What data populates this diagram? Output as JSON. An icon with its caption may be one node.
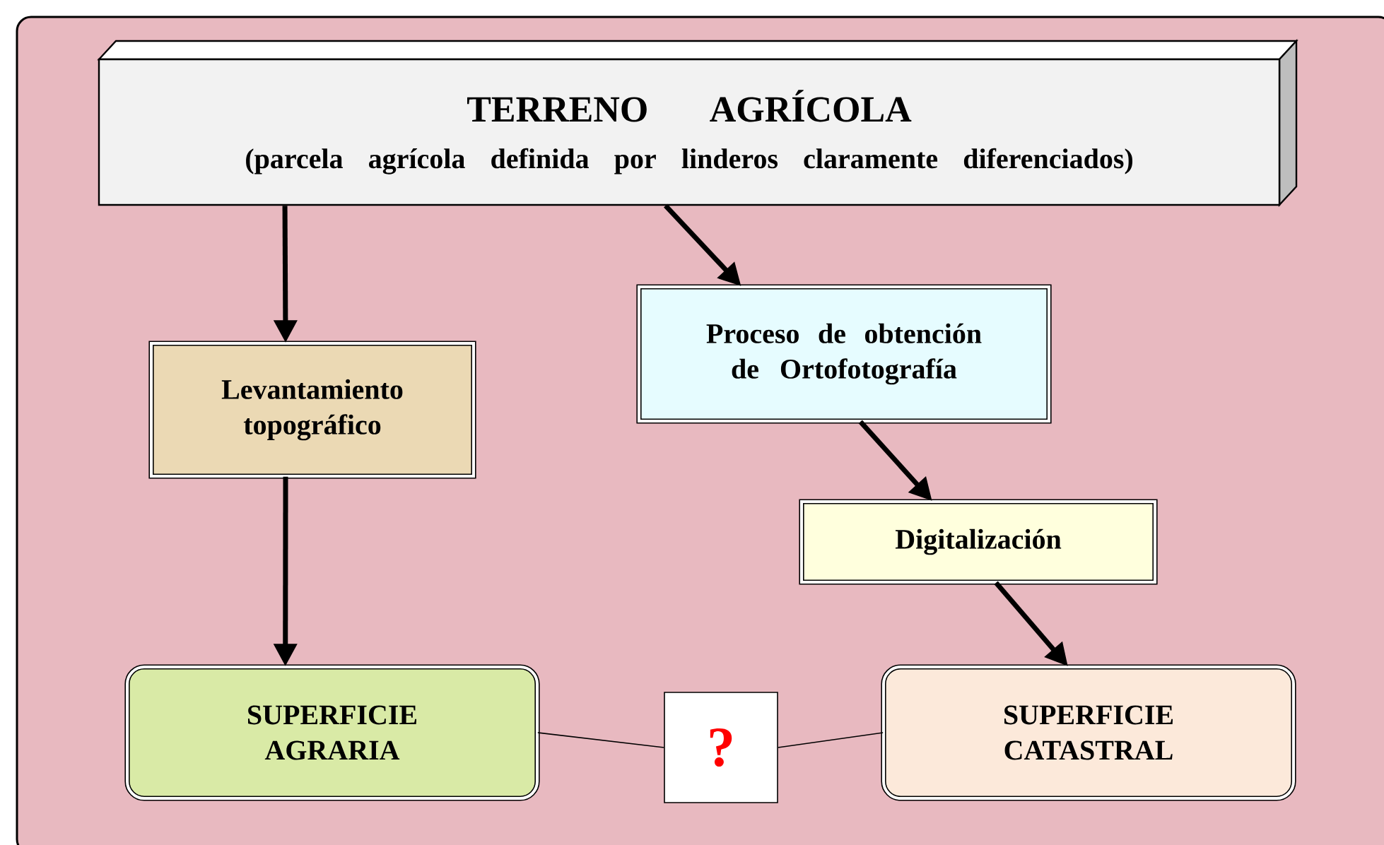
{
  "diagram": {
    "nodes": [
      {
        "text": [
          "TERRENO AGRÍCOLA",
          "(parcela agrícola definida por linderos claramente diferenciados)"
        ]
      },
      {
        "text": [
          "Levantamiento topográfico"
        ]
      },
      {
        "text": [
          "Proceso de obtención de Ortofotografía"
        ]
      },
      {
        "text": [
          "Digitalización"
        ]
      },
      {
        "text": [
          "SUPERFICIE AGRARIA"
        ]
      },
      {
        "text": [
          "?"
        ]
      },
      {
        "text": [
          "SUPERFICIE CATASTRAL"
        ]
      }
    ],
    "edges": [
      {
        "from": 0,
        "to": 1,
        "arrow": "to"
      },
      {
        "from": 0,
        "to": 2,
        "arrow": "to"
      },
      {
        "from": 2,
        "to": 3,
        "arrow": "to"
      },
      {
        "from": 1,
        "to": 4,
        "arrow": "to"
      },
      {
        "from": 3,
        "to": 6,
        "arrow": "to"
      },
      {
        "from": 4,
        "to": 5,
        "arrow": "none"
      },
      {
        "from": 5,
        "to": 6,
        "arrow": "none"
      }
    ]
  }
}
